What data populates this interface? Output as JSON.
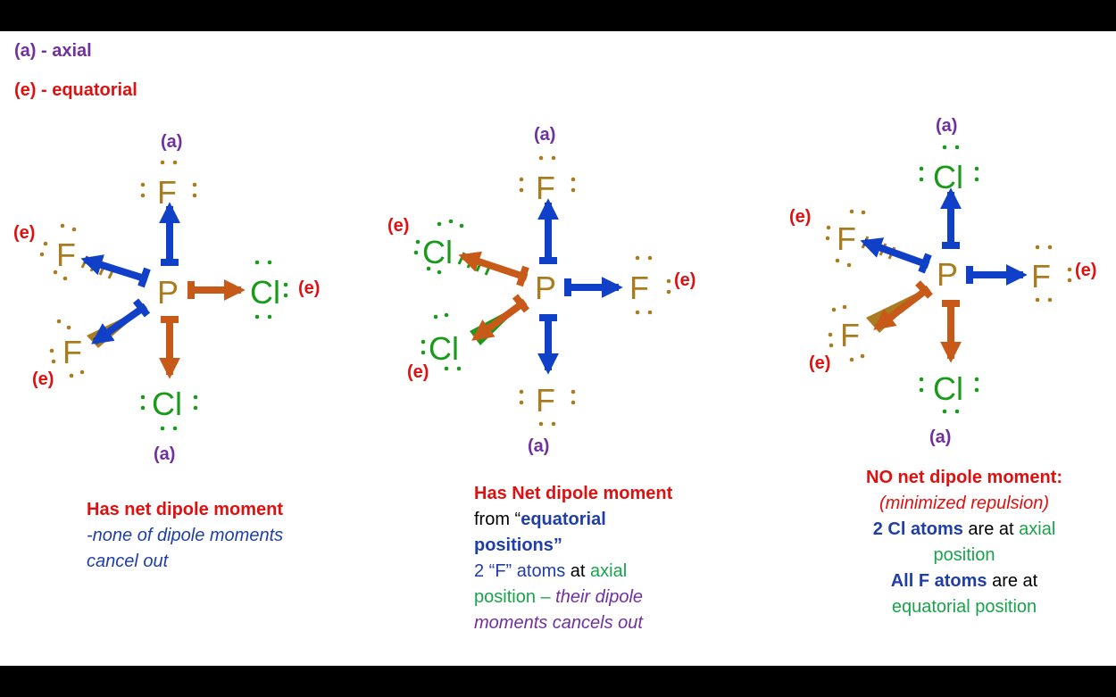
{
  "legend": {
    "axial": "(a) - axial",
    "equatorial": "(e) - equatorial"
  },
  "labels": {
    "a": "(a)",
    "e": "(e)"
  },
  "atoms": {
    "P": "P",
    "F": "F",
    "Cl": "Cl"
  },
  "colors": {
    "axial": "#7030a0",
    "equatorial": "#e01010",
    "P": "#a97c1f",
    "F": "#a97c1f",
    "Cl": "#1a9a1a",
    "arrow_blue": "#1140c8",
    "arrow_orange": "#c85a19",
    "text_blue": "#1f3ea8",
    "text_green": "#19a34a",
    "text_purple": "#7030a0"
  },
  "panels": [
    {
      "caption": [
        {
          "text": "Has net dipole moment",
          "color": "#e01010",
          "style": "bold"
        },
        {
          "text": "-none of dipole moments",
          "color": "#1f3ea8",
          "style": "italic"
        },
        {
          "text": "cancel out",
          "color": "#1f3ea8",
          "style": "italic"
        }
      ]
    },
    {
      "caption": [
        {
          "text": "Has Net dipole moment",
          "color": "#e01010",
          "style": "bold"
        },
        {
          "parts": [
            {
              "text": "from “",
              "color": "#000000",
              "style": "normal"
            },
            {
              "text": "equatorial",
              "color": "#1f3ea8",
              "style": "bold"
            }
          ]
        },
        {
          "text": "positions”",
          "color": "#1f3ea8",
          "style": "bold"
        },
        {
          "parts": [
            {
              "text": "2 “F” atoms ",
              "color": "#1f3ea8",
              "style": "normal"
            },
            {
              "text": "at ",
              "color": "#000000",
              "style": "normal"
            },
            {
              "text": "axial",
              "color": "#19a34a",
              "style": "normal"
            }
          ]
        },
        {
          "parts": [
            {
              "text": "position – ",
              "color": "#19a34a",
              "style": "normal"
            },
            {
              "text": "their dipole",
              "color": "#7030a0",
              "style": "italic"
            }
          ]
        },
        {
          "text": "moments cancels out",
          "color": "#7030a0",
          "style": "italic"
        }
      ]
    },
    {
      "caption": [
        {
          "text": "NO net dipole moment:",
          "color": "#e01010",
          "style": "bold"
        },
        {
          "text": "(minimized repulsion)",
          "color": "#e01010",
          "style": "italic"
        },
        {
          "parts": [
            {
              "text": "2 Cl atoms ",
              "color": "#1f3ea8",
              "style": "bold"
            },
            {
              "text": "are at ",
              "color": "#000000",
              "style": "normal"
            },
            {
              "text": "axial",
              "color": "#19a34a",
              "style": "normal"
            }
          ]
        },
        {
          "text": "position",
          "color": "#19a34a",
          "style": "normal"
        },
        {
          "parts": [
            {
              "text": "All F atoms ",
              "color": "#1f3ea8",
              "style": "bold"
            },
            {
              "text": "are at",
              "color": "#000000",
              "style": "normal"
            }
          ]
        },
        {
          "text": "equatorial position",
          "color": "#19a34a",
          "style": "normal"
        }
      ]
    }
  ]
}
